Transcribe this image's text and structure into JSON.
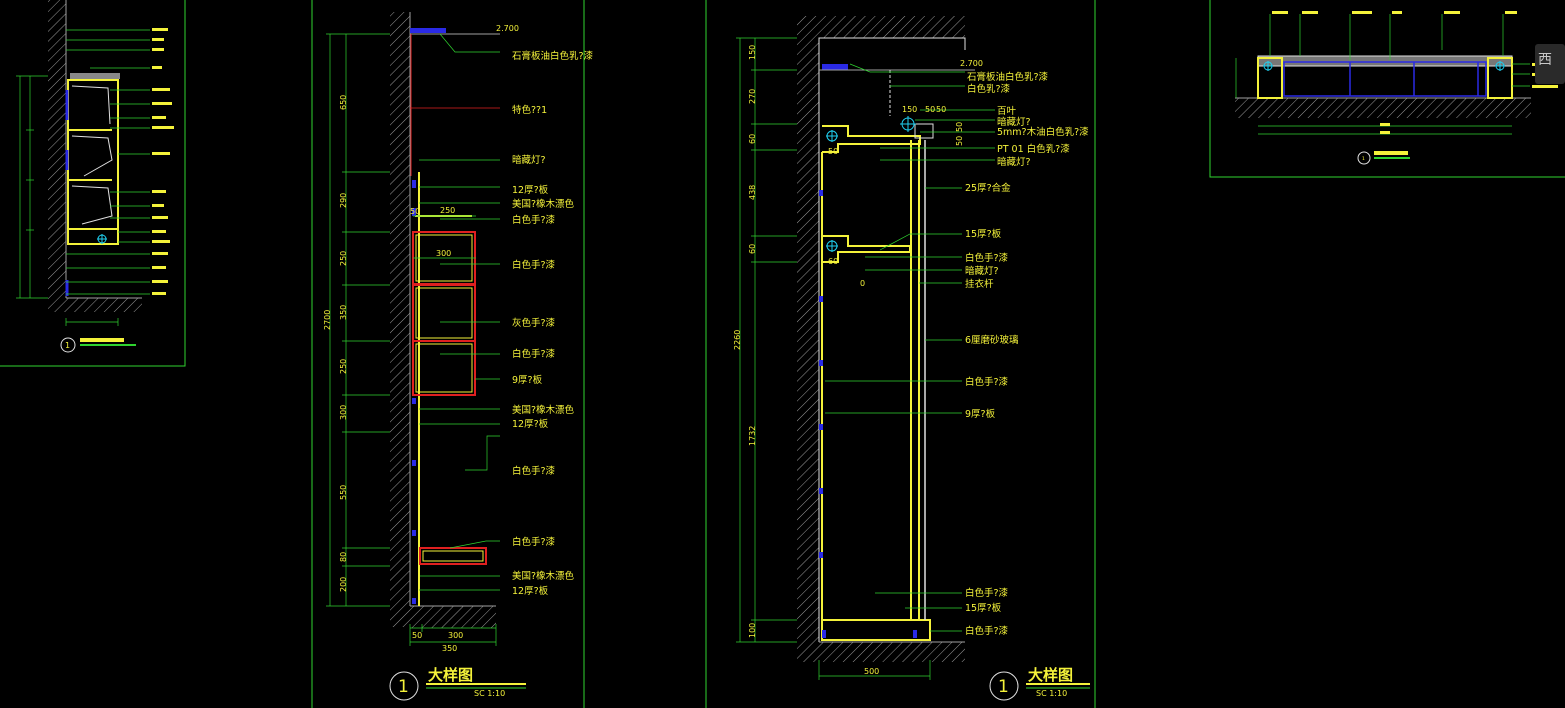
{
  "colors": {
    "background": "#000000",
    "frame": "#2fd32f",
    "wall": "#a0a0a0",
    "object": "#f4f23a",
    "leader": "#2fd32f",
    "red": "#e02020",
    "blue": "#2a2ae6",
    "cyan": "#20d0f0"
  },
  "corner_tag": "西",
  "drawing_center": {
    "title": "大样图",
    "scale": "SC    1:10",
    "number": "1",
    "labels": [
      "2.700",
      "石膏板油白色乳?漆",
      "特色??1",
      "暗藏灯?",
      "12厚?板",
      "美国?橡木漂色",
      "白色手?漆",
      "白色手?漆",
      "灰色手?漆",
      "白色手?漆",
      "9厚?板",
      "美国?橡木漂色",
      "12厚?板",
      "白色手?漆",
      "白色手?漆",
      "美国?橡木漂色",
      "12厚?板"
    ],
    "dims_v": [
      "650",
      "290",
      "250",
      "350",
      "250",
      "300",
      "550",
      "80",
      "200",
      "2700"
    ],
    "dims_top": [
      "250",
      "300",
      "50"
    ],
    "dims_bottom": [
      "50",
      "300",
      "350"
    ]
  },
  "drawing_right": {
    "title": "大样图",
    "scale": "SC    1:10",
    "number": "1",
    "labels": [
      "2.700",
      "石膏板油白色乳?漆",
      "白色乳?漆",
      "百叶",
      "暗藏灯?",
      "5mm?木油白色乳?漆",
      "PT 01  白色乳?漆",
      "暗藏灯?",
      "25厚?合金",
      "15厚?板",
      "白色手?漆",
      "暗藏灯?",
      "挂衣杆",
      "6厘磨砂玻璃",
      "白色手?漆",
      "9厚?板",
      "白色手?漆",
      "15厚?板",
      "白色手?漆"
    ],
    "dims_v": [
      "150",
      "270",
      "60",
      "438",
      "60",
      "1732",
      "100",
      "2260"
    ],
    "dims_top": [
      "150",
      "50",
      "50",
      "50",
      "50"
    ],
    "dims_in": [
      "50",
      "60"
    ],
    "dim_bottom": "500",
    "rod_mark": "0"
  },
  "drawing_left": {
    "number": "1"
  },
  "drawing_topright": {
    "number": "1"
  }
}
